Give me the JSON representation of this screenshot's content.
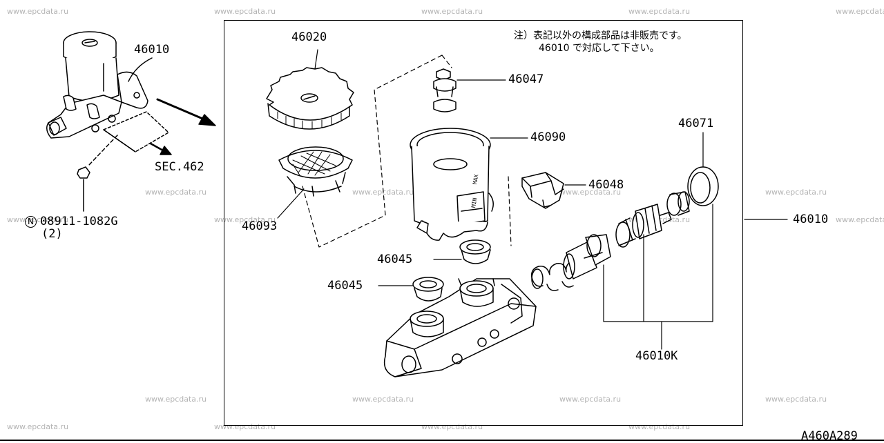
{
  "watermark": "www.epcdata.ru",
  "diagram": {
    "note_line1": "注）表記以外の構成部品は非販売です。",
    "note_line2": "46010 で対応して下さい。",
    "ref_code": "A460A289",
    "section_ref": "SEC.462",
    "fastener": {
      "symbol": "N",
      "part_number": "08911-1082G",
      "quantity": "(2)"
    },
    "parts": {
      "assembly_overview": "46010",
      "assembly_main": "46010",
      "cap": "46020",
      "strainer": "46093",
      "connector_bolt": "46047",
      "reservoir": "46090",
      "sensor": "46048",
      "grommet_upper": "46045",
      "grommet_lower": "46045",
      "seal_ring": "46071",
      "repair_kit": "46010K"
    },
    "reservoir_marks": {
      "max": "MAX",
      "min": "MIN"
    }
  }
}
